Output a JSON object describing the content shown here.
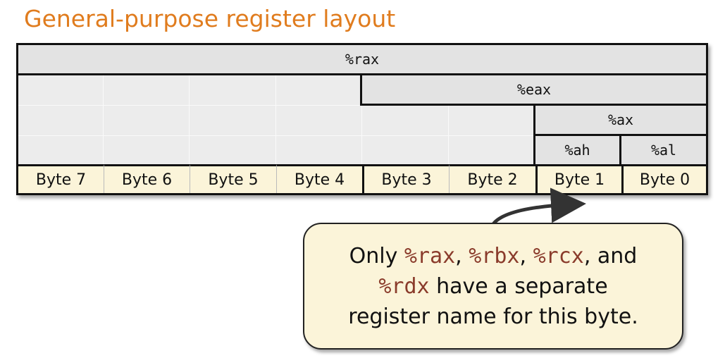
{
  "title": "General-purpose register layout",
  "registers": {
    "rax": "%rax",
    "eax": "%eax",
    "ax": "%ax",
    "ah": "%ah",
    "al": "%al"
  },
  "bytes": [
    "Byte 7",
    "Byte 6",
    "Byte 5",
    "Byte 4",
    "Byte 3",
    "Byte 2",
    "Byte 1",
    "Byte 0"
  ],
  "callout": {
    "prefix": "Only ",
    "reg1": "%rax",
    "sep1": ", ",
    "reg2": "%rbx",
    "sep2": ", ",
    "reg3": "%rcx",
    "sep3": ", and",
    "reg4": "%rdx",
    "rest1": " have a separate",
    "rest2": "register name for this byte."
  },
  "colors": {
    "title": "#e07c1e",
    "byte_row": "#fbf4d9",
    "register_cell": "#e3e3e3",
    "code_text": "#8a3b2b"
  }
}
